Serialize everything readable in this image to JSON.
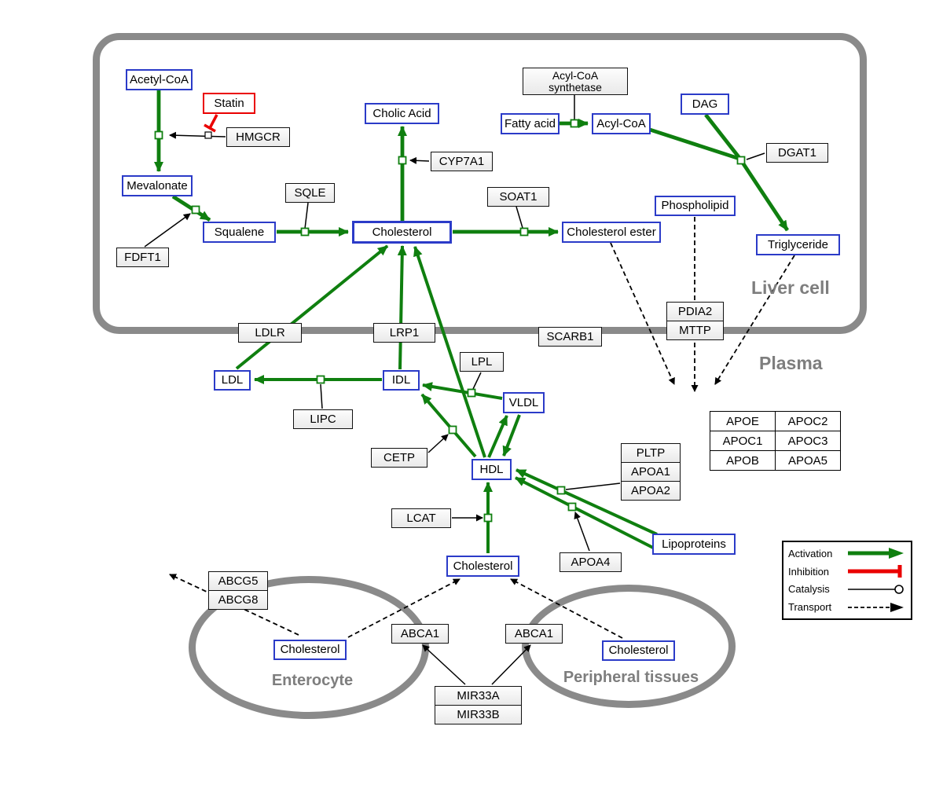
{
  "regions": {
    "liver": "Liver cell",
    "plasma": "Plasma",
    "enterocyte": "Enterocyte",
    "peripheral": "Peripheral tissues"
  },
  "nodes": {
    "acetyl_coa": "Acetyl-CoA",
    "statin": "Statin",
    "hmgcr": "HMGCR",
    "mevalonate": "Mevalonate",
    "fdft1": "FDFT1",
    "squalene": "Squalene",
    "sqle": "SQLE",
    "cholic_acid": "Cholic Acid",
    "cyp7a1": "CYP7A1",
    "cholesterol_liver": "Cholesterol",
    "soat1": "SOAT1",
    "cholesterol_ester": "Cholesterol ester",
    "acyl_coa_synthetase_1": "Acyl-CoA",
    "acyl_coa_synthetase_2": "synthetase",
    "fatty_acid": "Fatty acid",
    "acyl_coa": "Acyl-CoA",
    "dag": "DAG",
    "dgat1": "DGAT1",
    "phospholipid": "Phospholipid",
    "triglyceride": "Triglyceride",
    "pdia2": "PDIA2",
    "mttp": "MTTP",
    "ldlr": "LDLR",
    "lrp1": "LRP1",
    "scarb1": "SCARB1",
    "ldl": "LDL",
    "idl": "IDL",
    "lipc": "LIPC",
    "lpl": "LPL",
    "vldl": "VLDL",
    "cetp": "CETP",
    "hdl": "HDL",
    "pltp": "PLTP",
    "apoa1": "APOA1",
    "apoa2": "APOA2",
    "lcat": "LCAT",
    "apoa4": "APOA4",
    "lipoproteins": "Lipoproteins",
    "cholesterol_plasma": "Cholesterol",
    "abcg5": "ABCG5",
    "abcg8": "ABCG8",
    "cholesterol_enterocyte": "Cholesterol",
    "abca1_enterocyte": "ABCA1",
    "abca1_peripheral": "ABCA1",
    "cholesterol_peripheral": "Cholesterol",
    "mir33a": "MIR33A",
    "mir33b": "MIR33B"
  },
  "apo_table": [
    [
      "APOE",
      "APOC2"
    ],
    [
      "APOC1",
      "APOC3"
    ],
    [
      "APOB",
      "APOA5"
    ]
  ],
  "legend": {
    "activation": "Activation",
    "inhibition": "Inhibition",
    "catalysis": "Catalysis",
    "transport": "Transport"
  },
  "colors": {
    "activation_green": "#0f7f0f",
    "inhibition_red": "#ea0000",
    "metabolite_border_blue": "#2b3bc8",
    "membrane_gray": "#8a8a8a",
    "edge_black": "#000000"
  }
}
